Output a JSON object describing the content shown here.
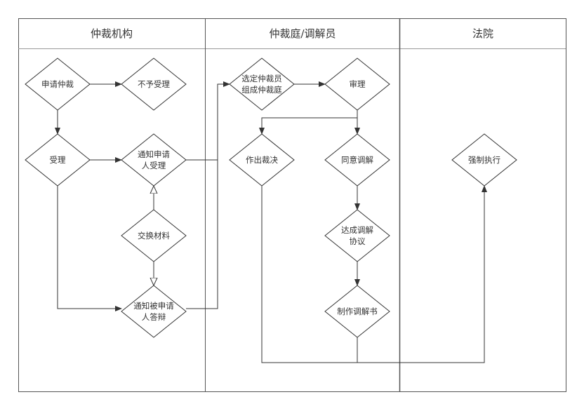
{
  "lanes": [
    {
      "title": "仲裁机构"
    },
    {
      "title": "仲裁庭/调解员"
    },
    {
      "title": "法院"
    }
  ],
  "nodes": {
    "apply": [
      "申请仲裁"
    ],
    "reject": [
      "不予受理"
    ],
    "accept": [
      "受理"
    ],
    "notify_applicant": [
      "通知申请",
      "人受理"
    ],
    "exchange": [
      "交换材料"
    ],
    "notify_respondent": [
      "通知被申请",
      "人答辩"
    ],
    "select_arbitrator": [
      "选定仲裁员",
      "组成仲裁庭"
    ],
    "hearing": [
      "审理"
    ],
    "award": [
      "作出裁决"
    ],
    "agree_mediation": [
      "同意调解"
    ],
    "mediation_agreement": [
      "达成调解",
      "协议"
    ],
    "mediation_doc": [
      "制作调解书"
    ],
    "enforcement": [
      "强制执行"
    ]
  },
  "colors": {
    "line": "#333333",
    "frame": "#555555"
  }
}
